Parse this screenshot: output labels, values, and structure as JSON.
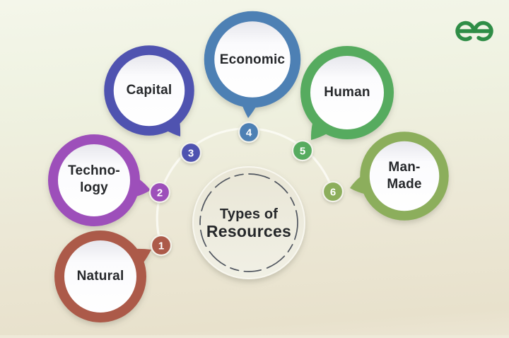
{
  "canvas": {
    "background_top": "#f3f5e8",
    "background_bottom": "#e8e1cc"
  },
  "logo": {
    "color": "#2f8d46"
  },
  "center_circle": {
    "line1": "Types of",
    "line2": "Resources",
    "fill": "#ece9da",
    "dash_color": "#50555e"
  },
  "arc_color": "#fbfbf4",
  "text_color": "#26282b",
  "items": [
    {
      "number": "1",
      "lines": [
        "Natural"
      ],
      "color": "#ac5a48"
    },
    {
      "number": "2",
      "lines": [
        "Techno-",
        "logy"
      ],
      "color": "#9d4fba"
    },
    {
      "number": "3",
      "lines": [
        "Capital"
      ],
      "color": "#5053b0"
    },
    {
      "number": "4",
      "lines": [
        "Economic"
      ],
      "color": "#4e80b4"
    },
    {
      "number": "5",
      "lines": [
        "Human"
      ],
      "color": "#57ab5f"
    },
    {
      "number": "6",
      "lines": [
        "Man-",
        "Made"
      ],
      "color": "#8cae5b"
    }
  ]
}
